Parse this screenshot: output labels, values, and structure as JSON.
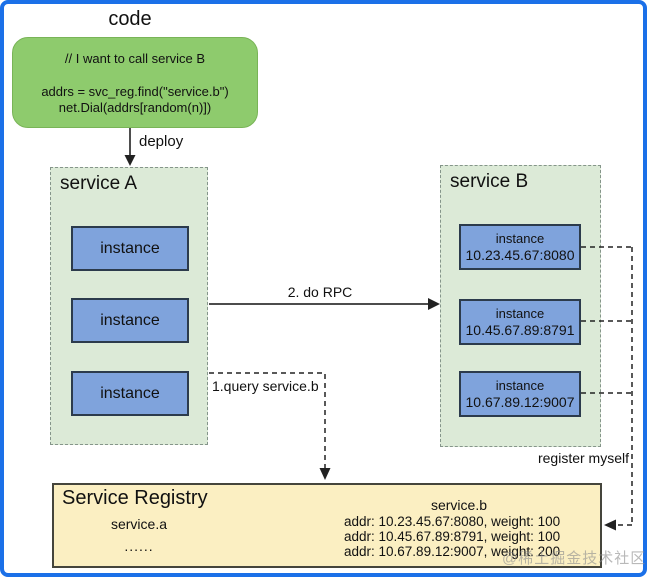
{
  "title": "code",
  "colors": {
    "frame_border": "#1b70e8",
    "code_box_bg": "#8ecb6d",
    "service_panel_bg": "#dcead7",
    "instance_bg": "#7fa3dc",
    "registry_bg": "#fbefc2"
  },
  "code_box": {
    "comment": "// I want to call service B",
    "line1": "addrs = svc_reg.find(\"service.b\")",
    "line2": "net.Dial(addrs[random(n)])"
  },
  "labels": {
    "deploy": "deploy",
    "rpc": "2. do RPC",
    "query": "1.query service.b",
    "register": "register myself"
  },
  "service_a": {
    "label": "service A",
    "instances": [
      "instance",
      "instance",
      "instance"
    ]
  },
  "service_b": {
    "label": "service B",
    "instances": [
      {
        "name": "instance",
        "addr": "10.23.45.67:8080"
      },
      {
        "name": "instance",
        "addr": "10.45.67.89:8791"
      },
      {
        "name": "instance",
        "addr": "10.67.89.12:9007"
      }
    ]
  },
  "registry": {
    "title": "Service Registry",
    "service_a_name": "service.a",
    "ellipsis": "......",
    "service_b_name": "service.b",
    "entries": [
      "addr: 10.23.45.67:8080, weight: 100",
      "addr: 10.45.67.89:8791, weight: 100",
      "addr: 10.67.89.12:9007, weight: 200"
    ]
  },
  "watermark": "@稀土掘金技术社区"
}
